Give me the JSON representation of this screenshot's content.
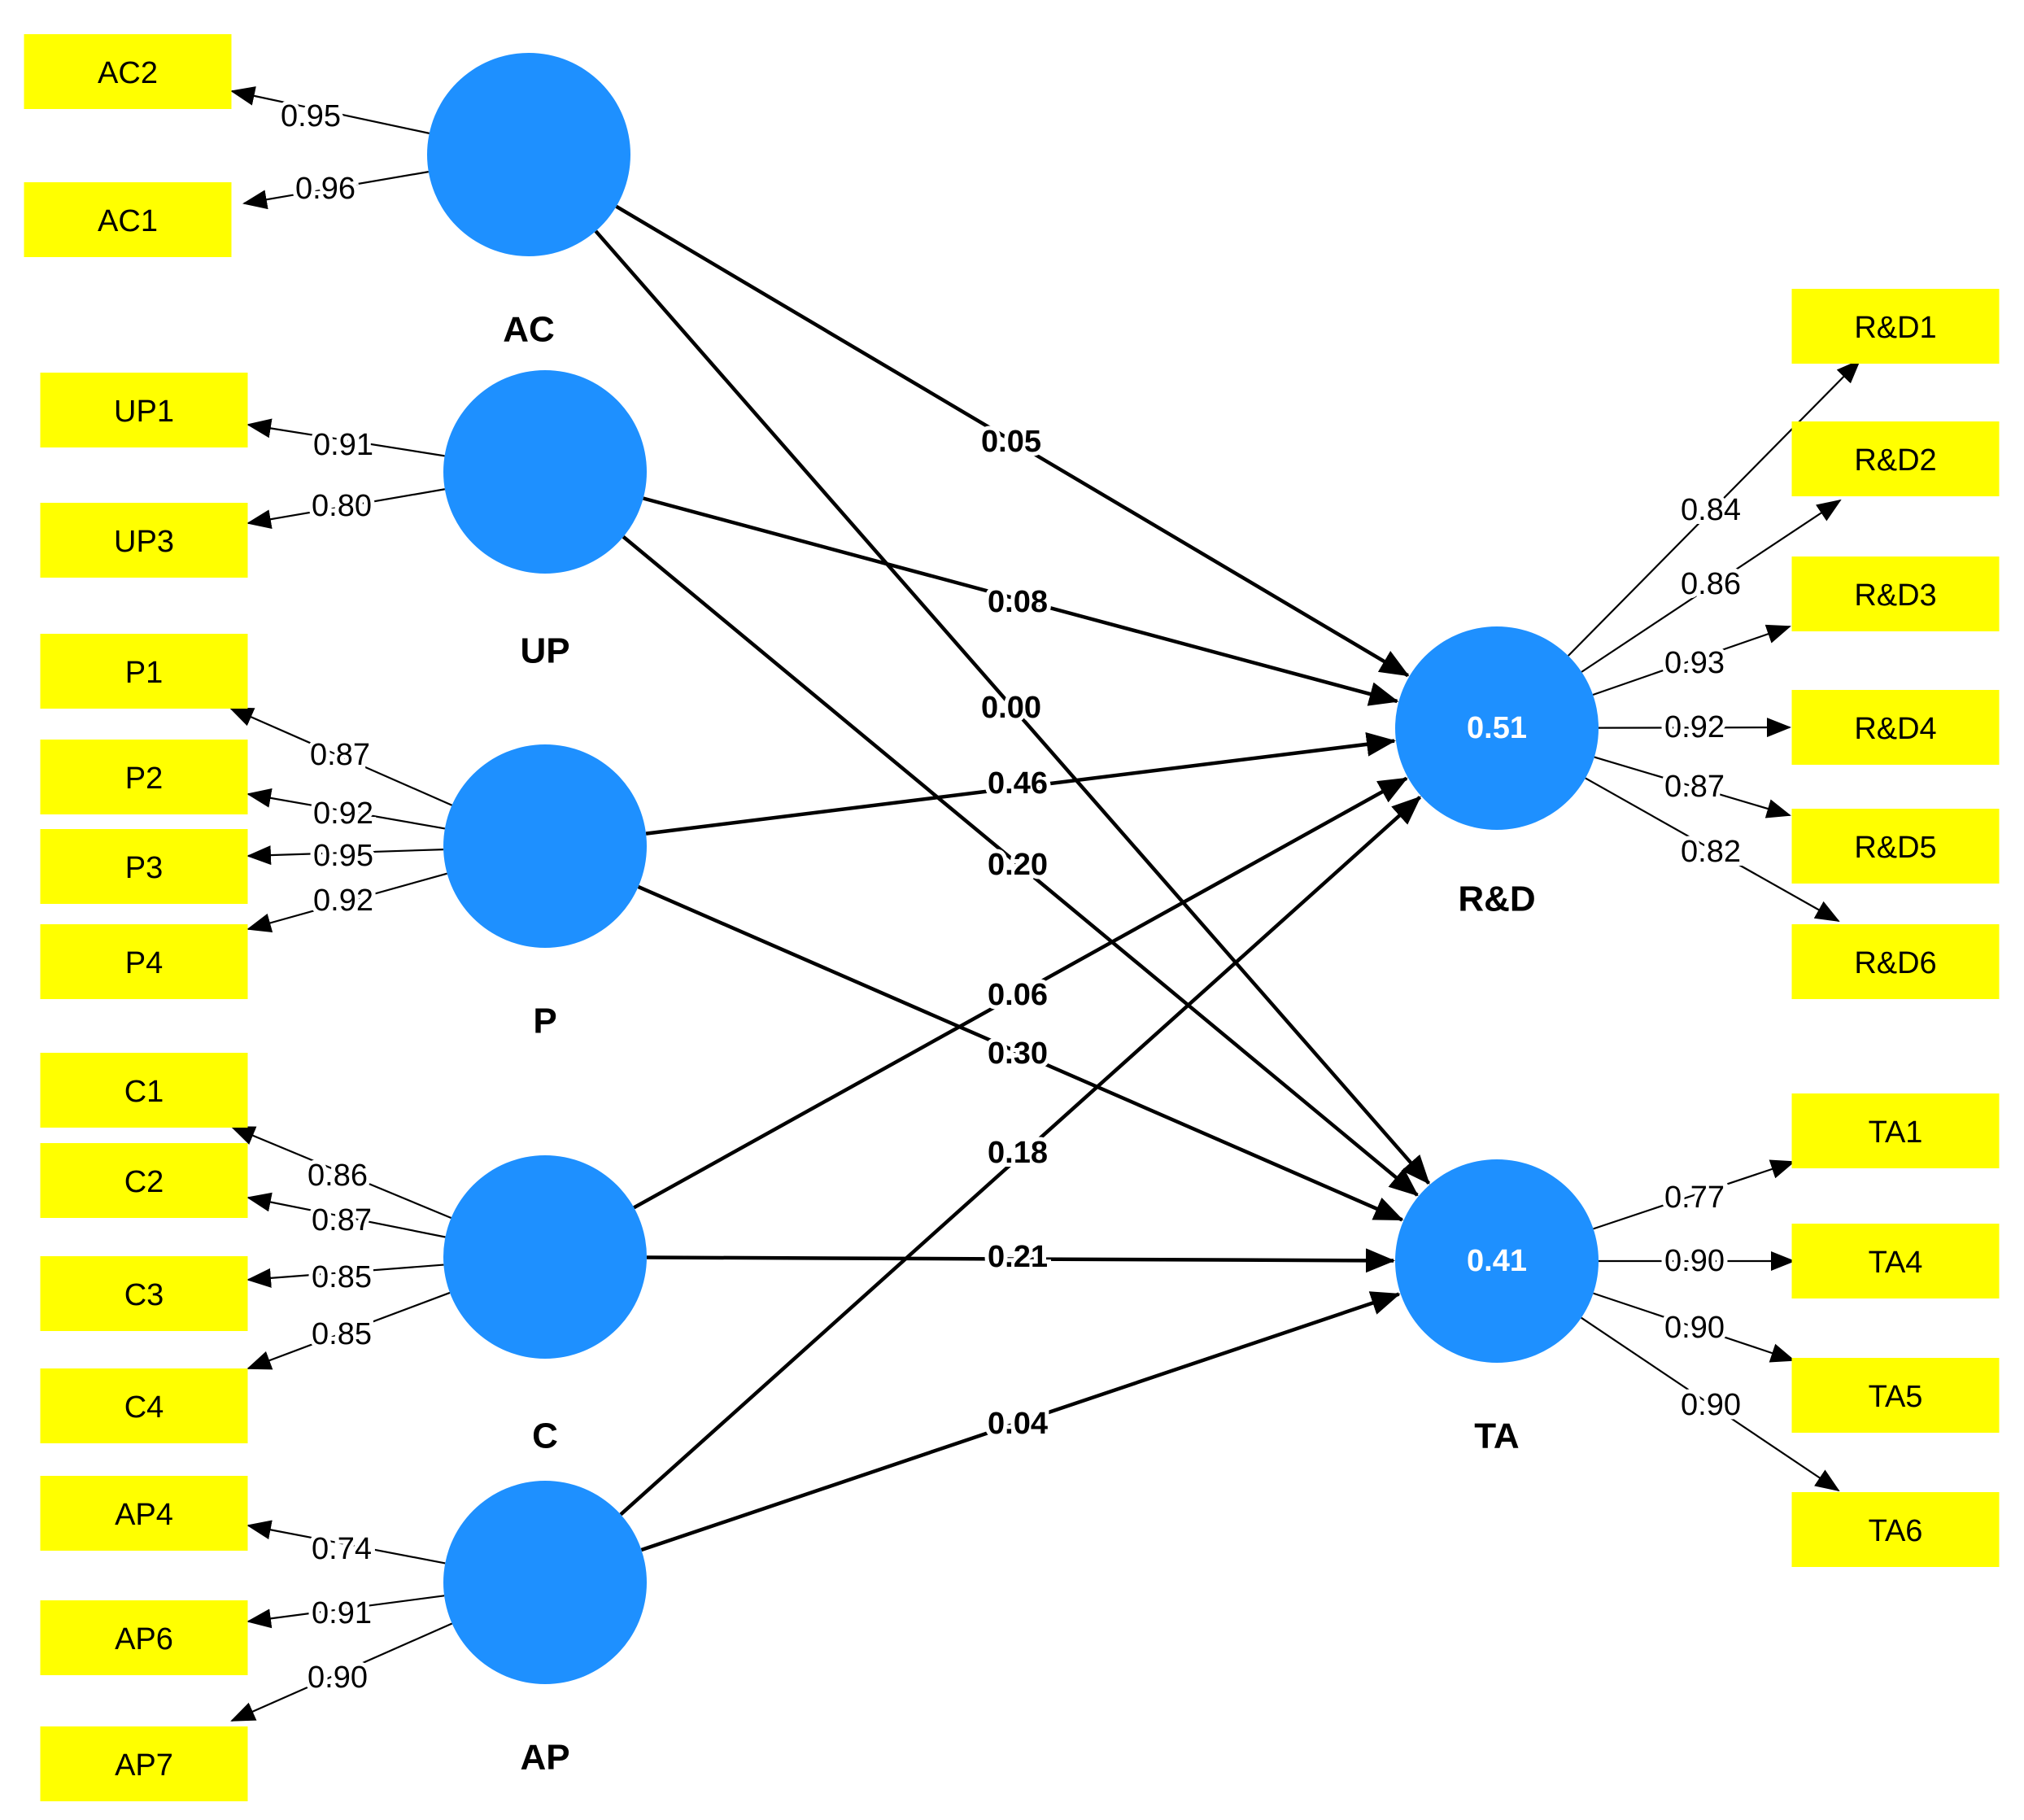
{
  "latents": [
    {
      "id": "AC",
      "label": "AC",
      "r2": ""
    },
    {
      "id": "UP",
      "label": "UP",
      "r2": ""
    },
    {
      "id": "P",
      "label": "P",
      "r2": ""
    },
    {
      "id": "C",
      "label": "C",
      "r2": ""
    },
    {
      "id": "AP",
      "label": "AP",
      "r2": ""
    },
    {
      "id": "RD",
      "label": "R&D",
      "r2": "0.51"
    },
    {
      "id": "TA",
      "label": "TA",
      "r2": "0.41"
    }
  ],
  "indicators": [
    {
      "id": "AC2",
      "label": "AC2"
    },
    {
      "id": "AC1",
      "label": "AC1"
    },
    {
      "id": "UP1",
      "label": "UP1"
    },
    {
      "id": "UP3",
      "label": "UP3"
    },
    {
      "id": "P1",
      "label": "P1"
    },
    {
      "id": "P2",
      "label": "P2"
    },
    {
      "id": "P3",
      "label": "P3"
    },
    {
      "id": "P4",
      "label": "P4"
    },
    {
      "id": "C1",
      "label": "C1"
    },
    {
      "id": "C2",
      "label": "C2"
    },
    {
      "id": "C3",
      "label": "C3"
    },
    {
      "id": "C4",
      "label": "C4"
    },
    {
      "id": "AP4",
      "label": "AP4"
    },
    {
      "id": "AP6",
      "label": "AP6"
    },
    {
      "id": "AP7",
      "label": "AP7"
    },
    {
      "id": "RD1",
      "label": "R&D1"
    },
    {
      "id": "RD2",
      "label": "R&D2"
    },
    {
      "id": "RD3",
      "label": "R&D3"
    },
    {
      "id": "RD4",
      "label": "R&D4"
    },
    {
      "id": "RD5",
      "label": "R&D5"
    },
    {
      "id": "RD6",
      "label": "R&D6"
    },
    {
      "id": "TA1",
      "label": "TA1"
    },
    {
      "id": "TA4",
      "label": "TA4"
    },
    {
      "id": "TA5",
      "label": "TA5"
    },
    {
      "id": "TA6",
      "label": "TA6"
    }
  ],
  "loadings": [
    {
      "from": "AC",
      "to": "AC2",
      "value": "0.95"
    },
    {
      "from": "AC",
      "to": "AC1",
      "value": "0.96"
    },
    {
      "from": "UP",
      "to": "UP1",
      "value": "0.91"
    },
    {
      "from": "UP",
      "to": "UP3",
      "value": "0.80"
    },
    {
      "from": "P",
      "to": "P1",
      "value": "0.87"
    },
    {
      "from": "P",
      "to": "P2",
      "value": "0.92"
    },
    {
      "from": "P",
      "to": "P3",
      "value": "0.95"
    },
    {
      "from": "P",
      "to": "P4",
      "value": "0.92"
    },
    {
      "from": "C",
      "to": "C1",
      "value": "0.86"
    },
    {
      "from": "C",
      "to": "C2",
      "value": "0.87"
    },
    {
      "from": "C",
      "to": "C3",
      "value": "0.85"
    },
    {
      "from": "C",
      "to": "C4",
      "value": "0.85"
    },
    {
      "from": "AP",
      "to": "AP4",
      "value": "0.74"
    },
    {
      "from": "AP",
      "to": "AP6",
      "value": "0.91"
    },
    {
      "from": "AP",
      "to": "AP7",
      "value": "0.90"
    },
    {
      "from": "RD",
      "to": "RD1",
      "value": "0.84"
    },
    {
      "from": "RD",
      "to": "RD2",
      "value": "0.86"
    },
    {
      "from": "RD",
      "to": "RD3",
      "value": "0.93"
    },
    {
      "from": "RD",
      "to": "RD4",
      "value": "0.92"
    },
    {
      "from": "RD",
      "to": "RD5",
      "value": "0.87"
    },
    {
      "from": "RD",
      "to": "RD6",
      "value": "0.82"
    },
    {
      "from": "TA",
      "to": "TA1",
      "value": "0.77"
    },
    {
      "from": "TA",
      "to": "TA4",
      "value": "0.90"
    },
    {
      "from": "TA",
      "to": "TA5",
      "value": "0.90"
    },
    {
      "from": "TA",
      "to": "TA6",
      "value": "0.90"
    }
  ],
  "paths": [
    {
      "from": "AC",
      "to": "RD",
      "value": "0.05"
    },
    {
      "from": "AC",
      "to": "TA",
      "value": "0.00"
    },
    {
      "from": "UP",
      "to": "RD",
      "value": "0.08"
    },
    {
      "from": "UP",
      "to": "TA",
      "value": "0.20"
    },
    {
      "from": "P",
      "to": "RD",
      "value": "0.46"
    },
    {
      "from": "P",
      "to": "TA",
      "value": "0.30"
    },
    {
      "from": "C",
      "to": "RD",
      "value": "0.06"
    },
    {
      "from": "C",
      "to": "TA",
      "value": "0.21"
    },
    {
      "from": "AP",
      "to": "RD",
      "value": "0.18"
    },
    {
      "from": "AP",
      "to": "TA",
      "value": "0.04"
    }
  ],
  "colors": {
    "latent": "#1e90ff",
    "indicator": "#ffff00",
    "line": "#000000"
  }
}
